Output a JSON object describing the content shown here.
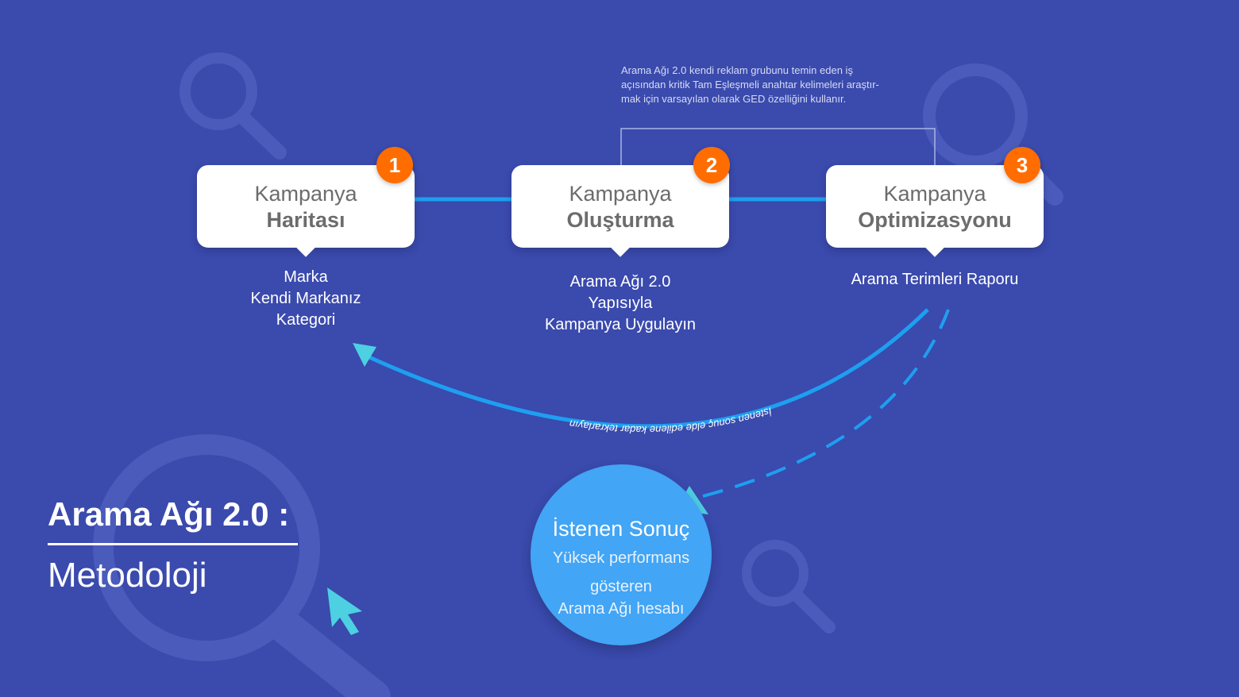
{
  "steps": [
    {
      "number": "1",
      "line1": "Kampanya",
      "line2": "Haritası",
      "details": [
        "Marka",
        "Kendi Markanız",
        "Kategori"
      ]
    },
    {
      "number": "2",
      "line1": "Kampanya",
      "line2": "Oluşturma",
      "details": [
        "Arama Ağı 2.0",
        "Yapısıyla",
        "Kampanya Uygulayın"
      ]
    },
    {
      "number": "3",
      "line1": "Kampanya",
      "line2": "Optimizasyonu",
      "details": [
        "Arama Terimleri Raporu"
      ]
    }
  ],
  "note": [
    "Arama Ağı 2.0 kendi reklam grubunu temin eden iş",
    "açısından kritik Tam Eşleşmeli anahtar kelimeleri araştır-",
    "mak için varsayılan olarak GED özelliğini kullanır."
  ],
  "loop_label": "İstenen sonuç elde edilene kadar tekrarlayın",
  "result": {
    "title": "İstenen Sonuç",
    "lines": [
      "Yüksek performans",
      "gösteren",
      "Arama Ağı hesabı"
    ]
  },
  "heading": {
    "title": "Arama Ağı 2.0 :",
    "subtitle": "Metodoloji"
  },
  "colors": {
    "background": "#3a4aad",
    "badge": "#ff6d00",
    "connector": "#1e9ff0",
    "arrowhead": "#4dd0e1",
    "result_circle": "#42a5f5",
    "decor": "#4a5bbb"
  }
}
